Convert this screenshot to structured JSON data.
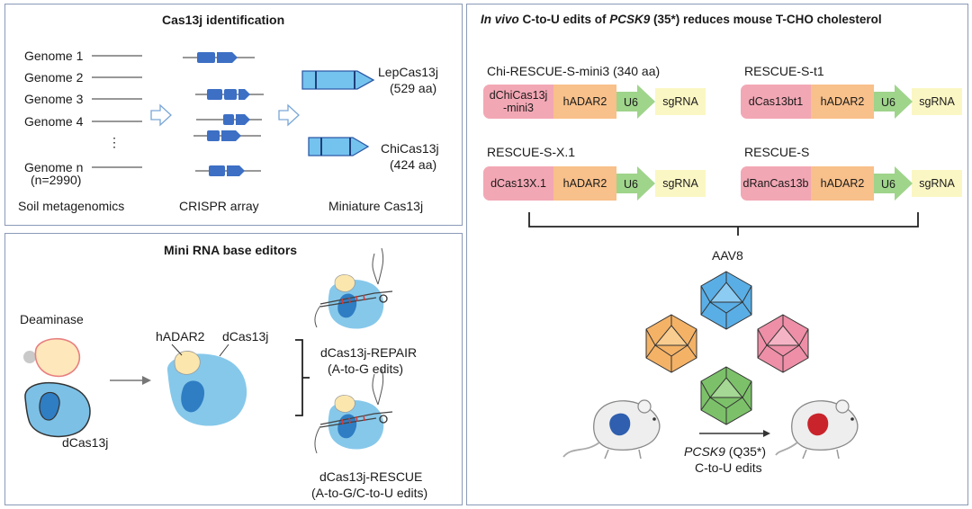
{
  "panel_identification": {
    "title": "Cas13j identification",
    "genomes": [
      "Genome 1",
      "Genome 2",
      "Genome 3",
      "Genome 4",
      "⋮",
      "Genome n"
    ],
    "genome_count": "(n=2990)",
    "bottom_labels": [
      "Soil metagenomics",
      "CRISPR array",
      "Miniature Cas13j"
    ],
    "proteins": [
      {
        "name": "LepCas13j",
        "size": "(529 aa)"
      },
      {
        "name": "ChiCas13j",
        "size": "(424 aa)"
      }
    ]
  },
  "panel_editors": {
    "title": "Mini RNA base editors",
    "deaminase": "Deaminase",
    "dcas13j_left": "dCas13j",
    "hadar2": "hADAR2",
    "dcas13j_mid": "dCas13j",
    "repair": {
      "name": "dCas13j-REPAIR",
      "detail": "(A-to-G edits)"
    },
    "rescue": {
      "name": "dCas13j-RESCUE",
      "detail": "(A-to-G/C-to-U edits)"
    }
  },
  "panel_invivo": {
    "title_italic_1": "In vivo",
    "title_mid": " C-to-U edits of ",
    "title_italic_2": "PCSK9",
    "title_end": " (35*) reduces mouse T-CHO cholesterol",
    "constructs": [
      {
        "name": "Chi-RESCUE-S-mini3 (340 aa)",
        "cas": "dChiCas13j\n-mini3",
        "deaminase": "hADAR2",
        "promoter": "U6",
        "guide": "sgRNA"
      },
      {
        "name": "RESCUE-S-t1",
        "cas": "dCas13bt1",
        "deaminase": "hADAR2",
        "promoter": "U6",
        "guide": "sgRNA"
      },
      {
        "name": "RESCUE-S-X.1",
        "cas": "dCas13X.1",
        "deaminase": "hADAR2",
        "promoter": "U6",
        "guide": "sgRNA"
      },
      {
        "name": "RESCUE-S",
        "cas": "dRanCas13b",
        "deaminase": "hADAR2",
        "promoter": "U6",
        "guide": "sgRNA"
      }
    ],
    "aav": "AAV8",
    "edit_gene": "PCSK9",
    "edit_site": " (Q35*)",
    "edit_type": "C-to-U edits"
  },
  "colors": {
    "panel_border": "#8a9ab8",
    "cas_pink": "#f2a7b4",
    "adar_orange": "#f8c08a",
    "u6_green": "#9fd48b",
    "sgrna_yellow": "#fbf7c4",
    "array_blue": "#3d6fc4",
    "protein_blue": "#74c3ef",
    "aav_blue": "#5aaee6",
    "aav_orange": "#f4b266",
    "aav_pink": "#ee8fa7",
    "aav_green": "#7cc16a"
  }
}
